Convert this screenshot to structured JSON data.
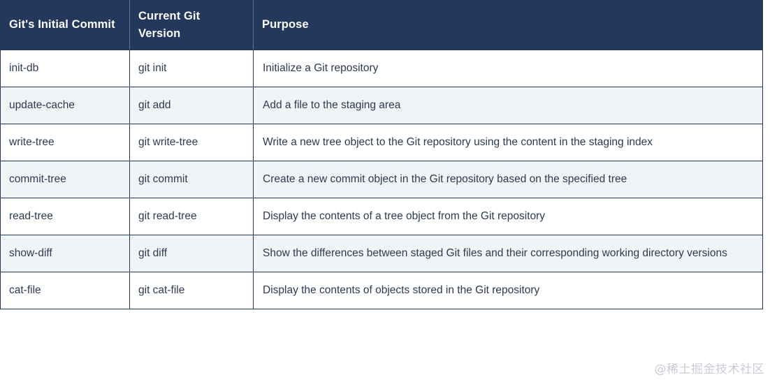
{
  "table": {
    "headers": [
      {
        "label": "Git's Initial Commit"
      },
      {
        "label": "Current Git Version"
      },
      {
        "label": "Purpose"
      }
    ],
    "rows": [
      {
        "initial_commit": "init-db",
        "current_version": "git init",
        "purpose": "Initialize a Git repository"
      },
      {
        "initial_commit": "update-cache",
        "current_version": "git add",
        "purpose": "Add a file to the staging area"
      },
      {
        "initial_commit": "write-tree",
        "current_version": "git write-tree",
        "purpose": "Write a new tree object to the Git repository using the content in the staging index"
      },
      {
        "initial_commit": "commit-tree",
        "current_version": "git commit",
        "purpose": "Create a new commit object in the Git repository based on the specified tree"
      },
      {
        "initial_commit": "read-tree",
        "current_version": "git read-tree",
        "purpose": "Display the contents of a tree object from the Git repository"
      },
      {
        "initial_commit": "show-diff",
        "current_version": "git diff",
        "purpose": "Show the differences between staged Git files and their corresponding working directory versions"
      },
      {
        "initial_commit": "cat-file",
        "current_version": "git cat-file",
        "purpose": "Display the contents of objects stored in the Git repository"
      }
    ]
  },
  "watermark": {
    "text": "@稀土掘金技术社区"
  },
  "colors": {
    "header_background": "#24385c",
    "header_text": "#ffffff",
    "body_text": "#2d3b51",
    "stripe_background": "#f1f4f7",
    "border": "#24385c",
    "watermark_text": "#c9ced6"
  }
}
